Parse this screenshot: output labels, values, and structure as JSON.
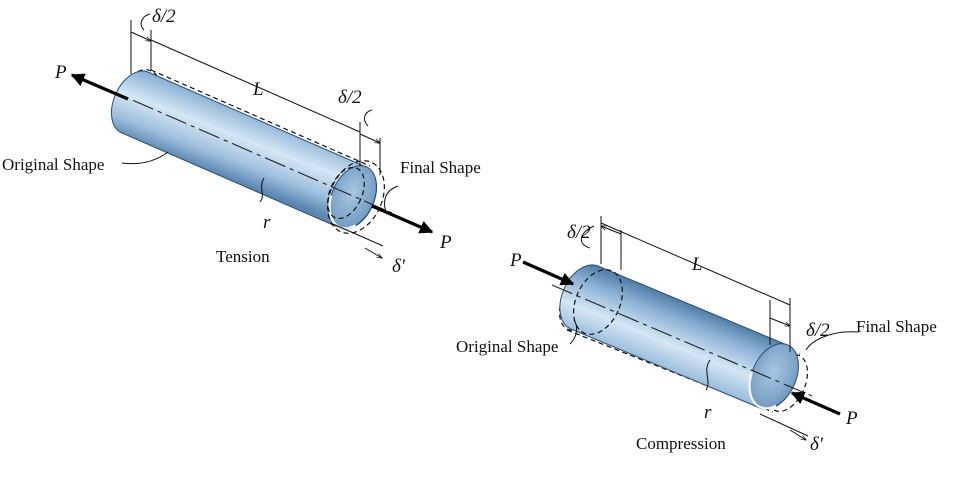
{
  "tension": {
    "caption": "Tension",
    "load": "P",
    "length": "L",
    "half_elongation": "δ/2",
    "lateral_change": "δ′",
    "radius": "r",
    "original_label": "Original Shape",
    "final_label": "Final Shape"
  },
  "compression": {
    "caption": "Compression",
    "load": "P",
    "length": "L",
    "half_elongation": "δ/2",
    "lateral_change": "δ′",
    "radius": "r",
    "original_label": "Original Shape",
    "final_label": "Final Shape"
  },
  "colors": {
    "bar_dark": "#4d7aa3",
    "bar_mid": "#a9c9e4",
    "bar_light": "#dcebf7",
    "end_cap": "#7fa6c9",
    "ink": "#111111"
  }
}
